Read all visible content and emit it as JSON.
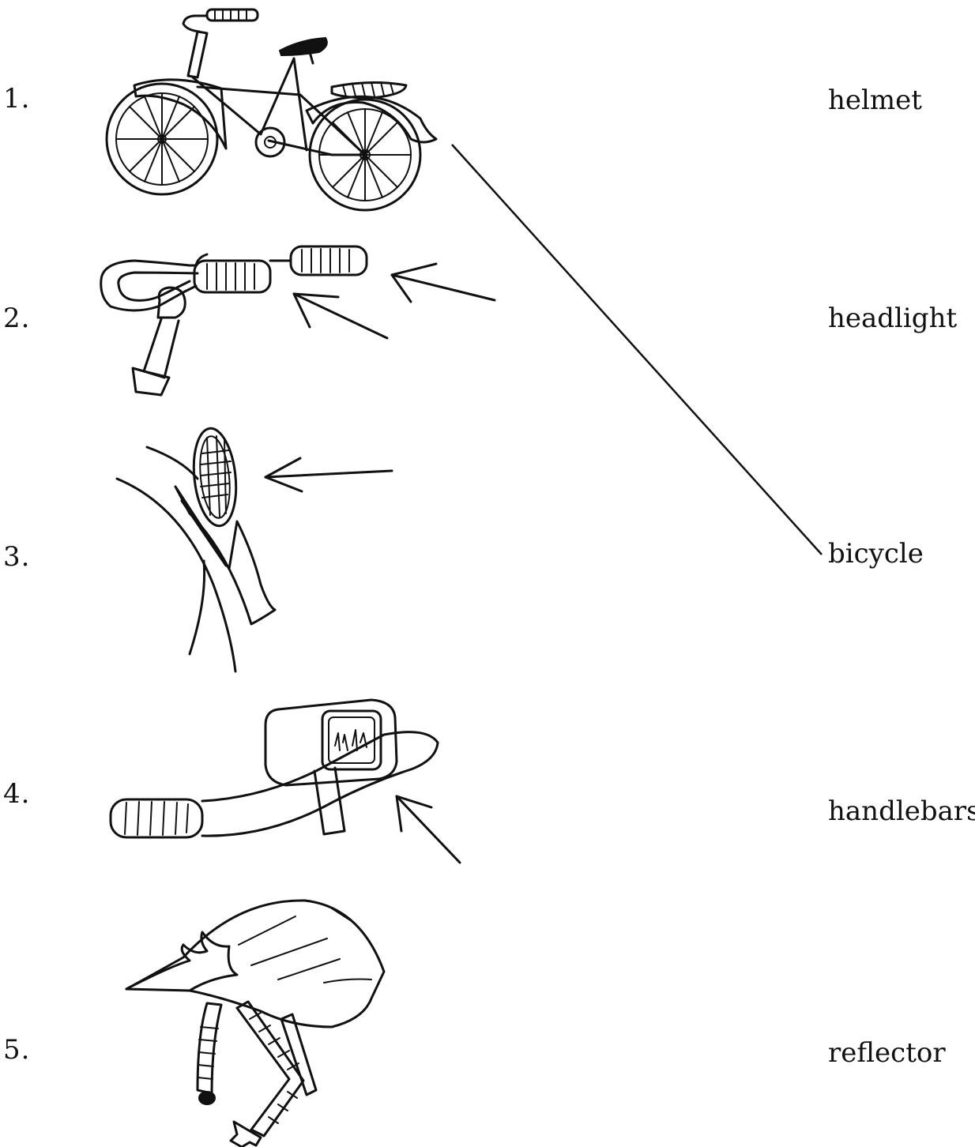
{
  "items": [
    {
      "number": "1.",
      "picture": "bicycle-icon"
    },
    {
      "number": "2.",
      "picture": "handlebars-icon"
    },
    {
      "number": "3.",
      "picture": "reflector-icon"
    },
    {
      "number": "4.",
      "picture": "headlight-icon"
    },
    {
      "number": "5.",
      "picture": "helmet-icon"
    }
  ],
  "words": [
    "helmet",
    "headlight",
    "bicycle",
    "handlebars",
    "reflector"
  ],
  "colors": {
    "ink": "#111111",
    "background": "#ffffff"
  }
}
